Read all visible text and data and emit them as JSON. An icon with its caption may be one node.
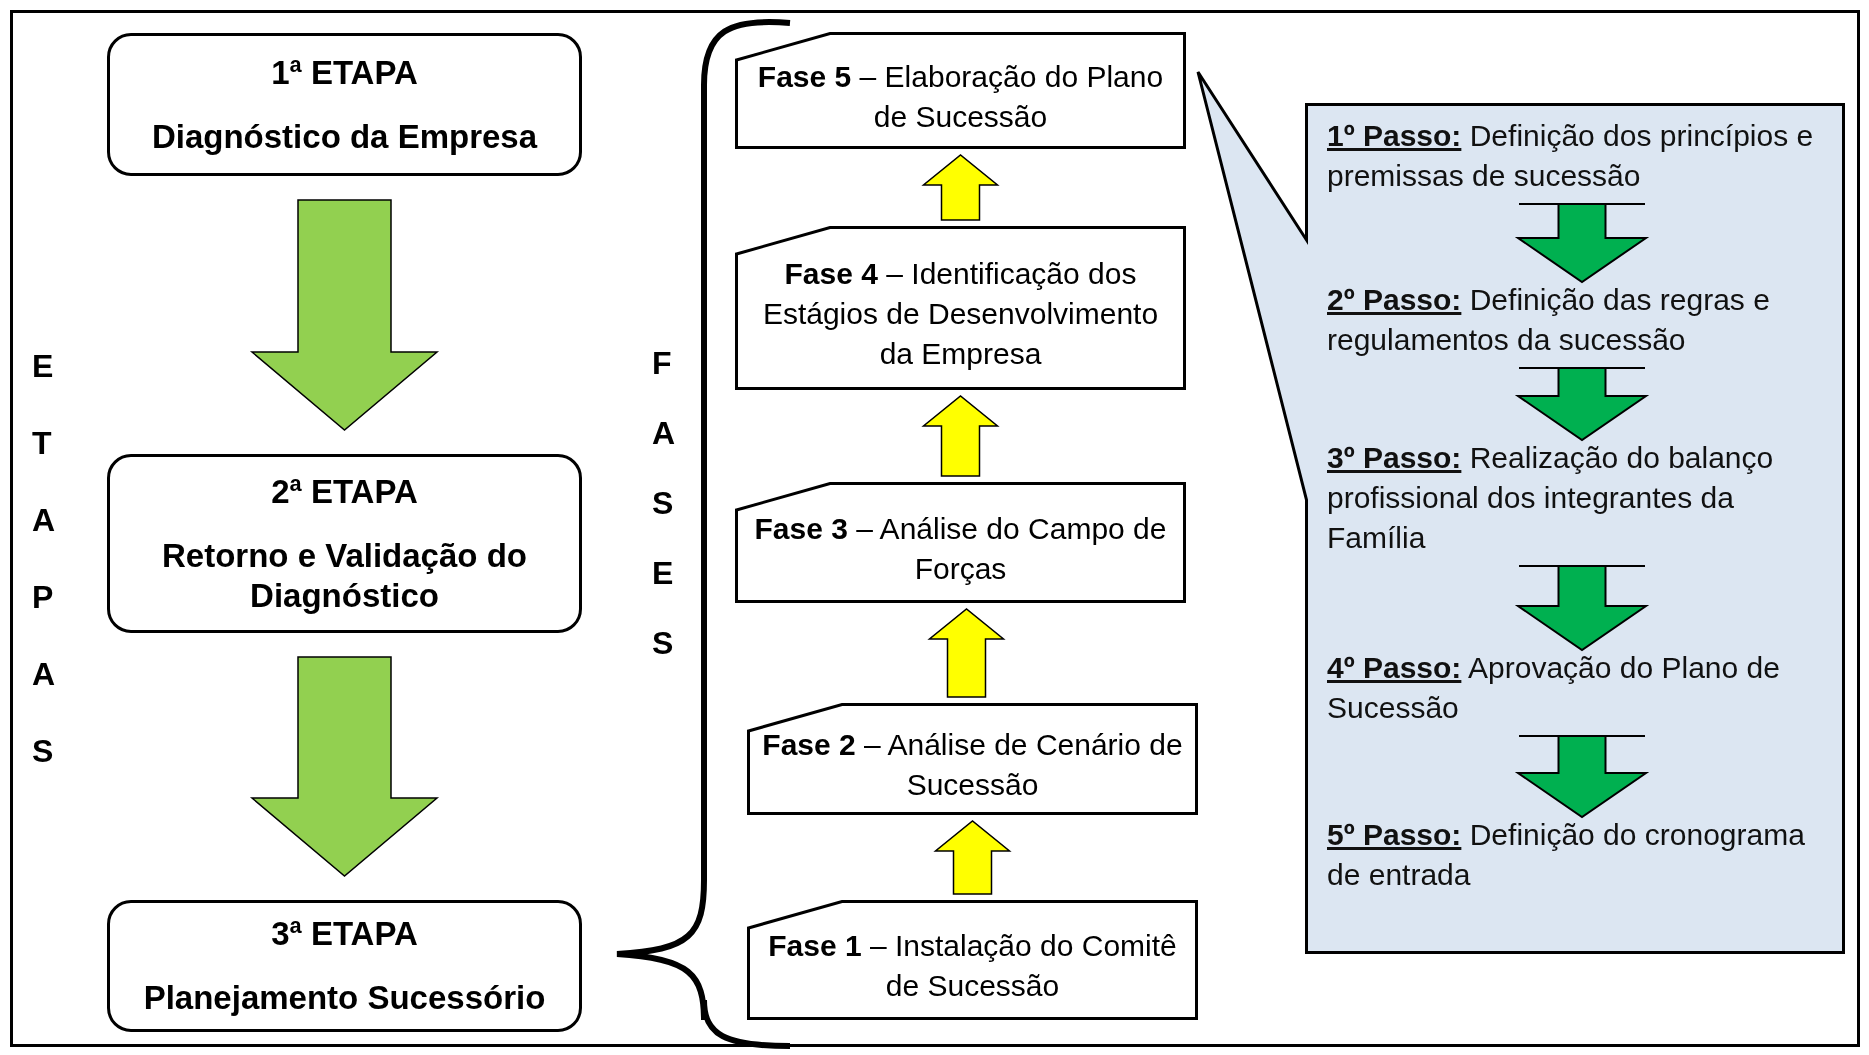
{
  "diagram": {
    "nodes": [
      {
        "text": [
          "1ª ETAPA",
          "Diagnóstico da Empresa"
        ]
      },
      {
        "text": [
          "2ª ETAPA",
          "Retorno e Validação do Diagnóstico"
        ]
      },
      {
        "text": [
          "3ª ETAPA",
          "Planejamento Sucessório"
        ]
      },
      {
        "text": [
          "**Fase 5** – Elaboração do Plano de Sucessão"
        ]
      },
      {
        "text": [
          "**Fase 4** – Identificação dos Estágios de Desenvolvimento da Empresa"
        ]
      },
      {
        "text": [
          "**Fase 3** – Análise do Campo de Forças"
        ]
      },
      {
        "text": [
          "**Fase 2** – Análise de Cenário de Sucessão"
        ]
      },
      {
        "text": [
          "**Fase 1** – Instalação do Comitê de Sucessão"
        ]
      },
      {
        "text": [],
        "shape": "callout"
      },
      {
        "text": [
          "**1º Passo:** Definição dos princípios e premissas de sucessão"
        ],
        "in": 8
      },
      {
        "text": [
          "**2º Passo:** Definição das regras e regulamentos da sucessão"
        ],
        "in": 8
      },
      {
        "text": [
          "**3º Passo:** Realização do balanço profissional dos integrantes da Família"
        ],
        "in": 8
      },
      {
        "text": [
          "**4º Passo:** Aprovação do Plano de Sucessão"
        ],
        "in": 8
      },
      {
        "text": [
          "**5º Passo:** Definição do cronograma de entrada"
        ],
        "in": 8
      }
    ],
    "edges": [
      {
        "from": 0,
        "to": 1,
        "arrow": "to",
        "color": "#92d050"
      },
      {
        "from": 1,
        "to": 2,
        "arrow": "to",
        "color": "#92d050"
      },
      {
        "from": 7,
        "to": 6,
        "arrow": "to",
        "color": "#ffff00"
      },
      {
        "from": 6,
        "to": 5,
        "arrow": "to",
        "color": "#ffff00"
      },
      {
        "from": 5,
        "to": 4,
        "arrow": "to",
        "color": "#ffff00"
      },
      {
        "from": 4,
        "to": 3,
        "arrow": "to",
        "color": "#ffff00"
      },
      {
        "from": 9,
        "to": 10,
        "arrow": "to",
        "color": "#00b050"
      },
      {
        "from": 10,
        "to": 11,
        "arrow": "to",
        "color": "#00b050"
      },
      {
        "from": 11,
        "to": 12,
        "arrow": "to",
        "color": "#00b050"
      },
      {
        "from": 12,
        "to": 13,
        "arrow": "to",
        "color": "#00b050"
      }
    ],
    "labels": [
      "ETAPAS",
      "FASES"
    ]
  }
}
